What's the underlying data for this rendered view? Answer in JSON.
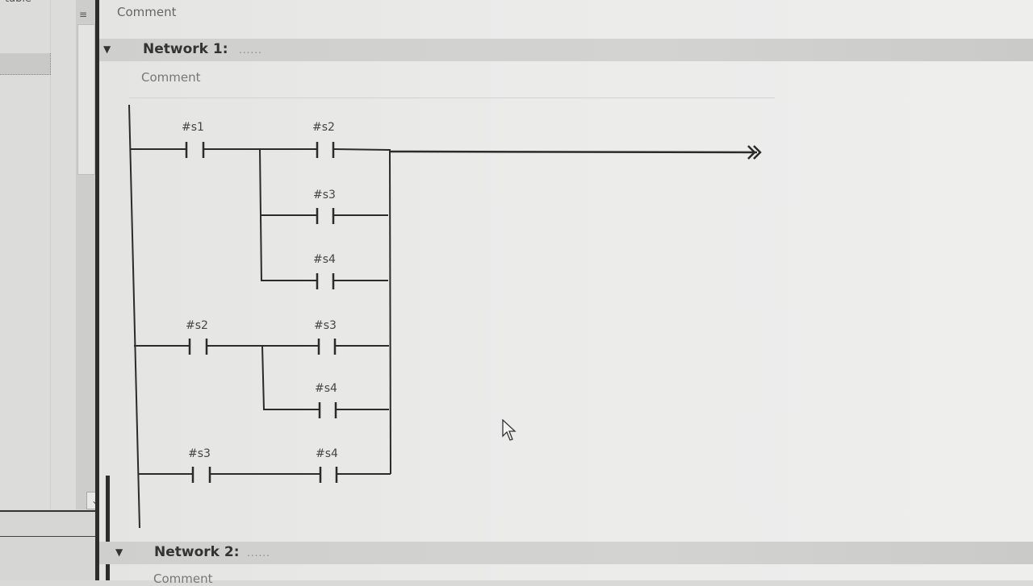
{
  "left_panel": {
    "title_partial": "table",
    "menu_icon": "menu-lines-icon",
    "scroll_down_icon": "chevron-down-icon"
  },
  "editor": {
    "top_comment": "Comment",
    "networks": [
      {
        "title": "Network 1:",
        "dots": "......",
        "comment": "Comment",
        "expand_icon": "triangle-down-icon"
      },
      {
        "title": "Network 2:",
        "dots": "......",
        "comment": "Comment",
        "expand_icon": "triangle-down-icon"
      }
    ]
  },
  "ladder": {
    "contacts": [
      {
        "label": "#s1",
        "type": "normally-open"
      },
      {
        "label": "#s2",
        "type": "normally-open"
      },
      {
        "label": "#s3",
        "type": "normally-open"
      },
      {
        "label": "#s4",
        "type": "normally-open"
      },
      {
        "label": "#s2",
        "type": "normally-open"
      },
      {
        "label": "#s3",
        "type": "normally-open"
      },
      {
        "label": "#s4",
        "type": "normally-open"
      },
      {
        "label": "#s3",
        "type": "normally-open"
      },
      {
        "label": "#s4",
        "type": "normally-open"
      }
    ],
    "output_icon": "double-arrow-output-icon"
  }
}
